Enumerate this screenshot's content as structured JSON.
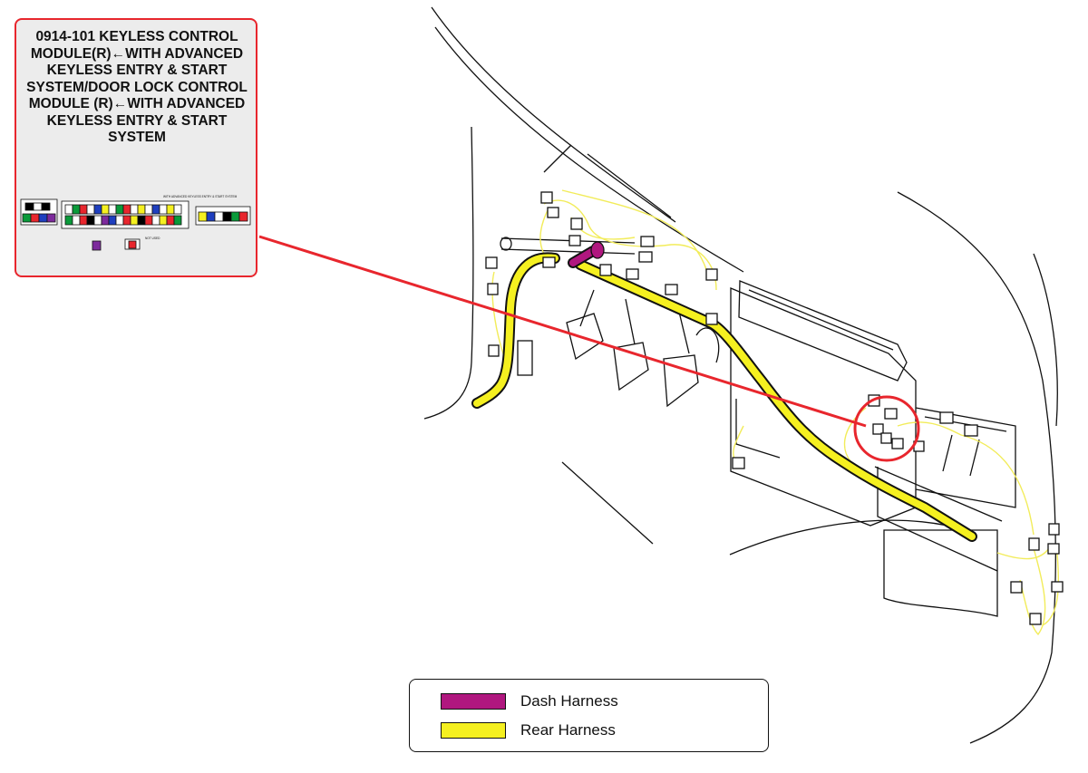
{
  "callout": {
    "title": "0914-101 KEYLESS CONTROL MODULE(R)←WITH ADVANCED KEYLESS ENTRY & START SYSTEM/DOOR LOCK CONTROL MODULE (R)←WITH ADVANCED KEYLESS ENTRY & START SYSTEM",
    "connector_note_with": "WITH ADVANCED KEYLESS ENTRY & START SYSTEM",
    "connector_note_not_used": "NOT USED"
  },
  "legend": {
    "items": [
      {
        "label": "Dash Harness",
        "color": "#b0177f"
      },
      {
        "label": "Rear Harness",
        "color": "#f5f020"
      }
    ]
  },
  "colors": {
    "callout_border": "#e8262d",
    "leader_line": "#e8262d",
    "dash_harness": "#b0177f",
    "rear_harness": "#f5f020",
    "thin_wire": "#f2ec5a"
  }
}
